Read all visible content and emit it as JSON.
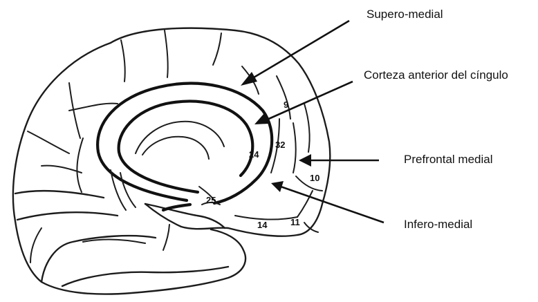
{
  "labels": {
    "supero_medial": "Supero-medial",
    "corteza_cingulo": "Corteza anterior del cíngulo",
    "prefrontal_medial": "Prefrontal medial",
    "infero_medial": "Infero-medial"
  },
  "areas": {
    "a9": "9",
    "a24": "24",
    "a32": "32",
    "a10": "10",
    "a25": "25",
    "a14": "14",
    "a11": "11"
  }
}
